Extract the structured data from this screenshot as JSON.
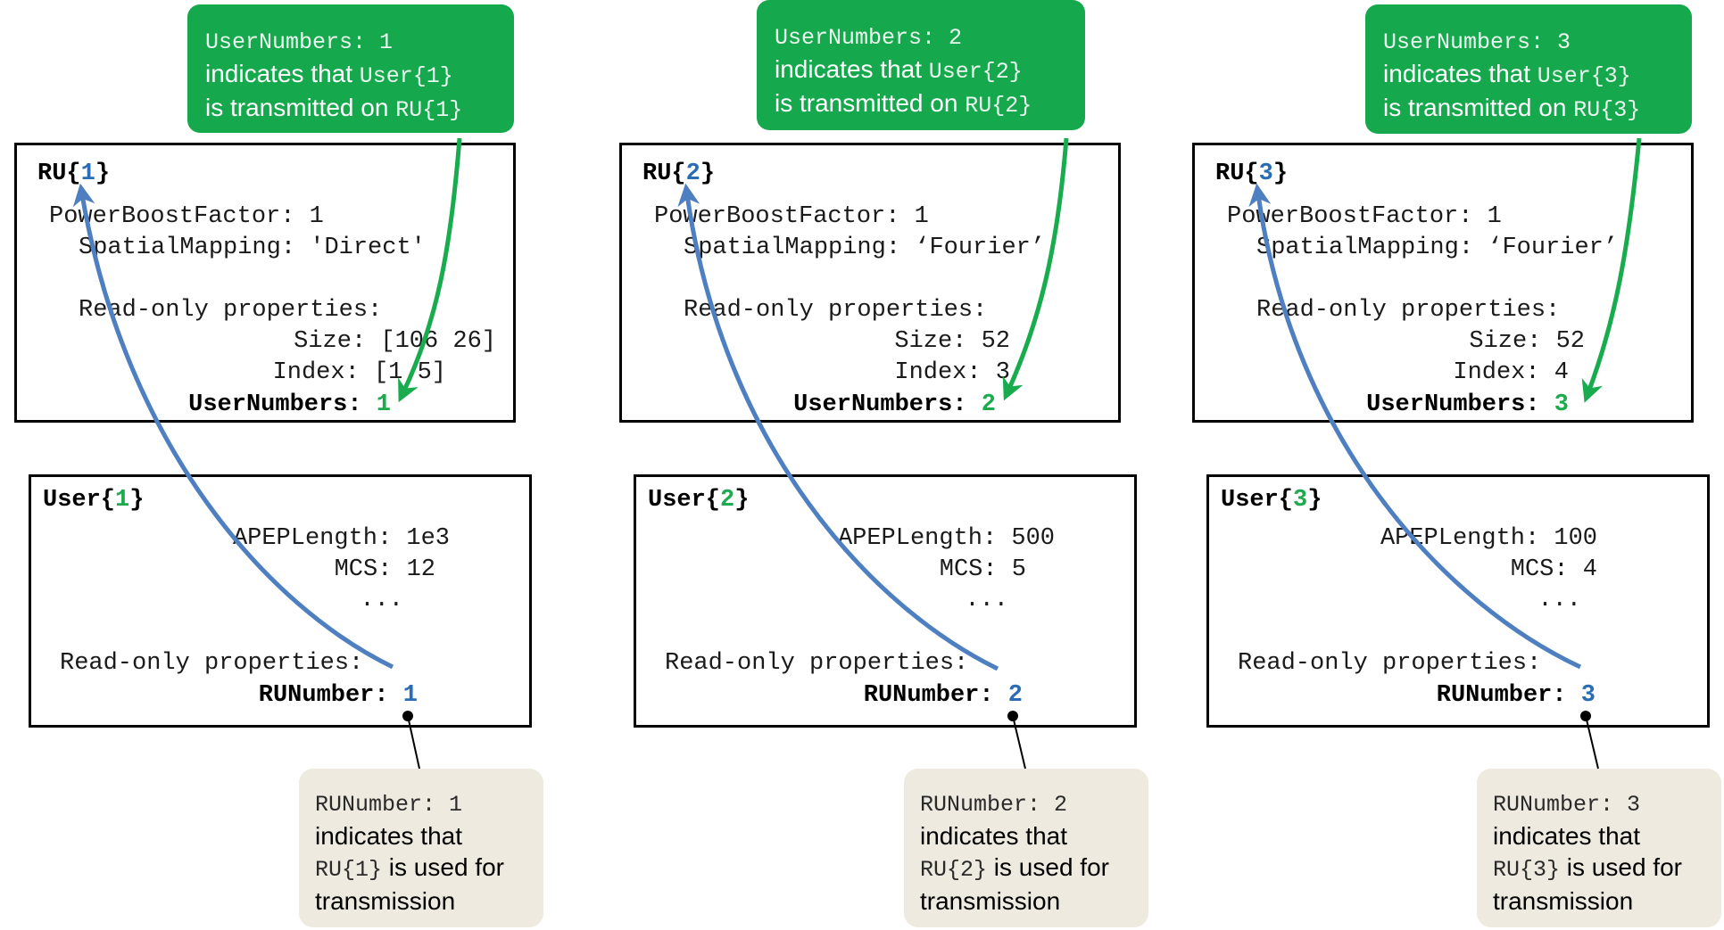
{
  "colors": {
    "green_callout": "#16a84c",
    "tan_callout": "#eeeae0",
    "blue_arrow": "#4e7fc0",
    "green_arrow": "#19ac4f",
    "index_blue": "#2a6db5",
    "index_green": "#1eaa4f"
  },
  "columns": [
    {
      "top_callout": {
        "line1": "UserNumbers: 1",
        "line2_pre": "indicates that ",
        "line2_code": "User{1}",
        "line3_pre": "is transmitted on ",
        "line3_code": "RU{1}"
      },
      "ru_box": {
        "title_pre": "RU{",
        "title_index": "1",
        "title_post": "}",
        "power_boost": "PowerBoostFactor: 1",
        "spatial_mapping": "SpatialMapping: 'Direct'",
        "readonly_label": "Read-only properties:",
        "size": "Size: [106 26]",
        "index": "Index: [1 5]",
        "user_numbers_label": "UserNumbers:",
        "user_numbers_value": "1"
      },
      "user_box": {
        "title_pre": "User{",
        "title_index": "1",
        "title_post": "}",
        "apep": "APEPLength: 1e3",
        "mcs": "MCS: 12",
        "ellipsis": "...",
        "readonly_label": "Read-only properties:",
        "ru_number_label": "RUNumber:",
        "ru_number_value": "1"
      },
      "bottom_callout": {
        "line1": "RUNumber: 1",
        "line2": "indicates that",
        "line3_code": "RU{1}",
        "line3_post": " is used for",
        "line4": "transmission"
      }
    },
    {
      "top_callout": {
        "line1": "UserNumbers: 2",
        "line2_pre": "indicates that ",
        "line2_code": "User{2}",
        "line3_pre": "is transmitted on ",
        "line3_code": "RU{2}"
      },
      "ru_box": {
        "title_pre": "RU{",
        "title_index": "2",
        "title_post": "}",
        "power_boost": "PowerBoostFactor: 1",
        "spatial_mapping": "SpatialMapping: ‘Fourier’",
        "readonly_label": "Read-only properties:",
        "size": "Size: 52",
        "index": "Index: 3",
        "user_numbers_label": "UserNumbers:",
        "user_numbers_value": "2"
      },
      "user_box": {
        "title_pre": "User{",
        "title_index": "2",
        "title_post": "}",
        "apep": "APEPLength: 500",
        "mcs": "MCS: 5",
        "ellipsis": "...",
        "readonly_label": "Read-only properties:",
        "ru_number_label": "RUNumber:",
        "ru_number_value": "2"
      },
      "bottom_callout": {
        "line1": "RUNumber: 2",
        "line2": "indicates that",
        "line3_code": "RU{2}",
        "line3_post": " is used for",
        "line4": "transmission"
      }
    },
    {
      "top_callout": {
        "line1": "UserNumbers: 3",
        "line2_pre": "indicates that ",
        "line2_code": "User{3}",
        "line3_pre": "is transmitted on ",
        "line3_code": "RU{3}"
      },
      "ru_box": {
        "title_pre": "RU{",
        "title_index": "3",
        "title_post": "}",
        "power_boost": "PowerBoostFactor: 1",
        "spatial_mapping": "SpatialMapping: ‘Fourier’",
        "readonly_label": "Read-only properties:",
        "size": "Size: 52",
        "index": "Index: 4",
        "user_numbers_label": "UserNumbers:",
        "user_numbers_value": "3"
      },
      "user_box": {
        "title_pre": "User{",
        "title_index": "3",
        "title_post": "}",
        "apep": "APEPLength: 100",
        "mcs": "MCS: 4",
        "ellipsis": "...",
        "readonly_label": "Read-only properties:",
        "ru_number_label": "RUNumber:",
        "ru_number_value": "3"
      },
      "bottom_callout": {
        "line1": "RUNumber: 3",
        "line2": "indicates that",
        "line3_code": "RU{3}",
        "line3_post": " is used for",
        "line4": "transmission"
      }
    }
  ]
}
